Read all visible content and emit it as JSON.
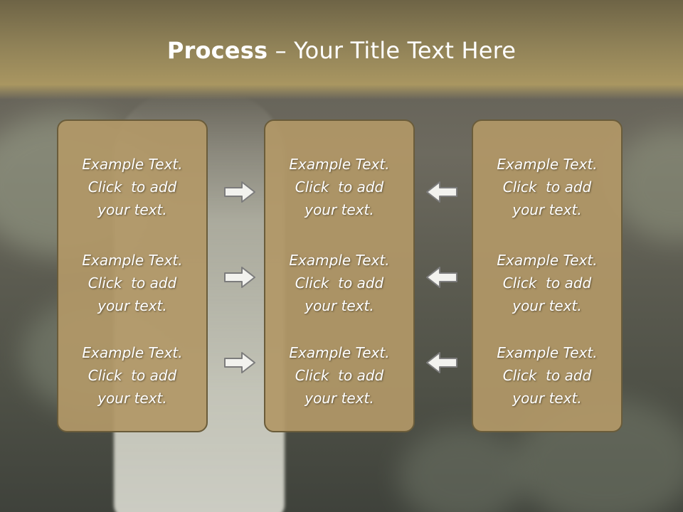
{
  "title": {
    "bold": "Process",
    "rest": " – Your Title Text Here"
  },
  "panels": [
    {
      "items": [
        {
          "l1": "Example Text.",
          "l2": "Click  to add",
          "l3": "your text."
        },
        {
          "l1": "Example Text.",
          "l2": "Click  to add",
          "l3": "your text."
        },
        {
          "l1": "Example Text.",
          "l2": "Click  to add",
          "l3": "your text."
        }
      ]
    },
    {
      "items": [
        {
          "l1": "Example Text.",
          "l2": "Click  to add",
          "l3": "your text."
        },
        {
          "l1": "Example Text.",
          "l2": "Click  to add",
          "l3": "your text."
        },
        {
          "l1": "Example Text.",
          "l2": "Click  to add",
          "l3": "your text."
        }
      ]
    },
    {
      "items": [
        {
          "l1": "Example Text.",
          "l2": "Click  to add",
          "l3": "your text."
        },
        {
          "l1": "Example Text.",
          "l2": "Click  to add",
          "l3": "your text."
        },
        {
          "l1": "Example Text.",
          "l2": "Click  to add",
          "l3": "your text."
        }
      ]
    }
  ],
  "icons": {
    "right_arrow": "arrow-right-icon",
    "left_arrow": "arrow-left-icon"
  },
  "colors": {
    "header": "#8f8157",
    "panel": "#b29867",
    "panel_border": "#6a5c3a",
    "arrow_fill": "#f2f2ee",
    "arrow_stroke": "#7c7c7c"
  }
}
